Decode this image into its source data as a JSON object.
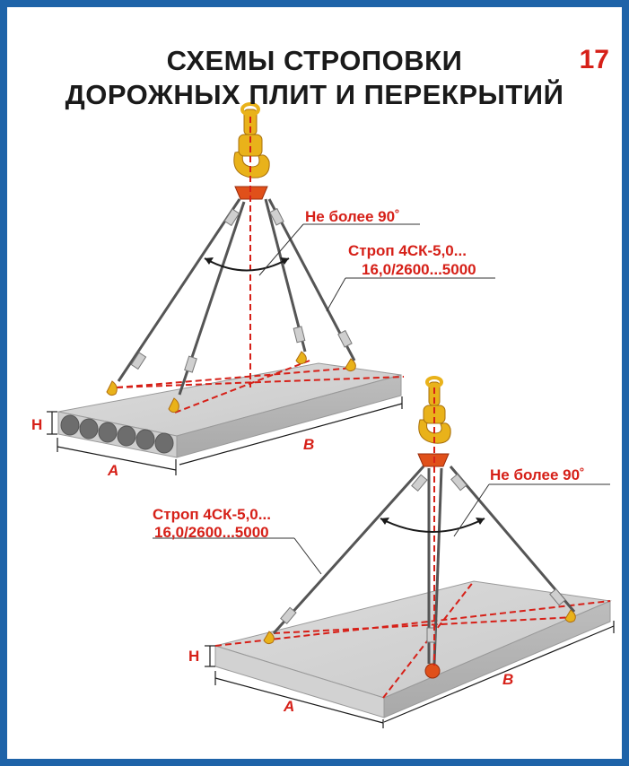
{
  "title": {
    "line1": "СХЕМЫ СТРОПОВКИ",
    "line2": "ДОРОЖНЫХ ПЛИТ И ПЕРЕКРЫТИЙ"
  },
  "sheet_number": "17",
  "diagram_top": {
    "angle_label": "Не более 90˚",
    "sling_label_line1": "Строп 4СК-5,0...",
    "sling_label_line2": "16,0/2600...5000",
    "dim_h": "H",
    "dim_a": "A",
    "dim_b": "B"
  },
  "diagram_bottom": {
    "angle_label": "Не более 90˚",
    "sling_label_line1": "Строп 4СК-5,0...",
    "sling_label_line2": "16,0/2600...5000",
    "dim_h": "H",
    "dim_a": "A",
    "dim_b": "B"
  },
  "colors": {
    "border": "#1e63a8",
    "accent_red": "#d62018",
    "hook_yellow": "#e9b21a",
    "concrete": "#d9d9d9"
  }
}
